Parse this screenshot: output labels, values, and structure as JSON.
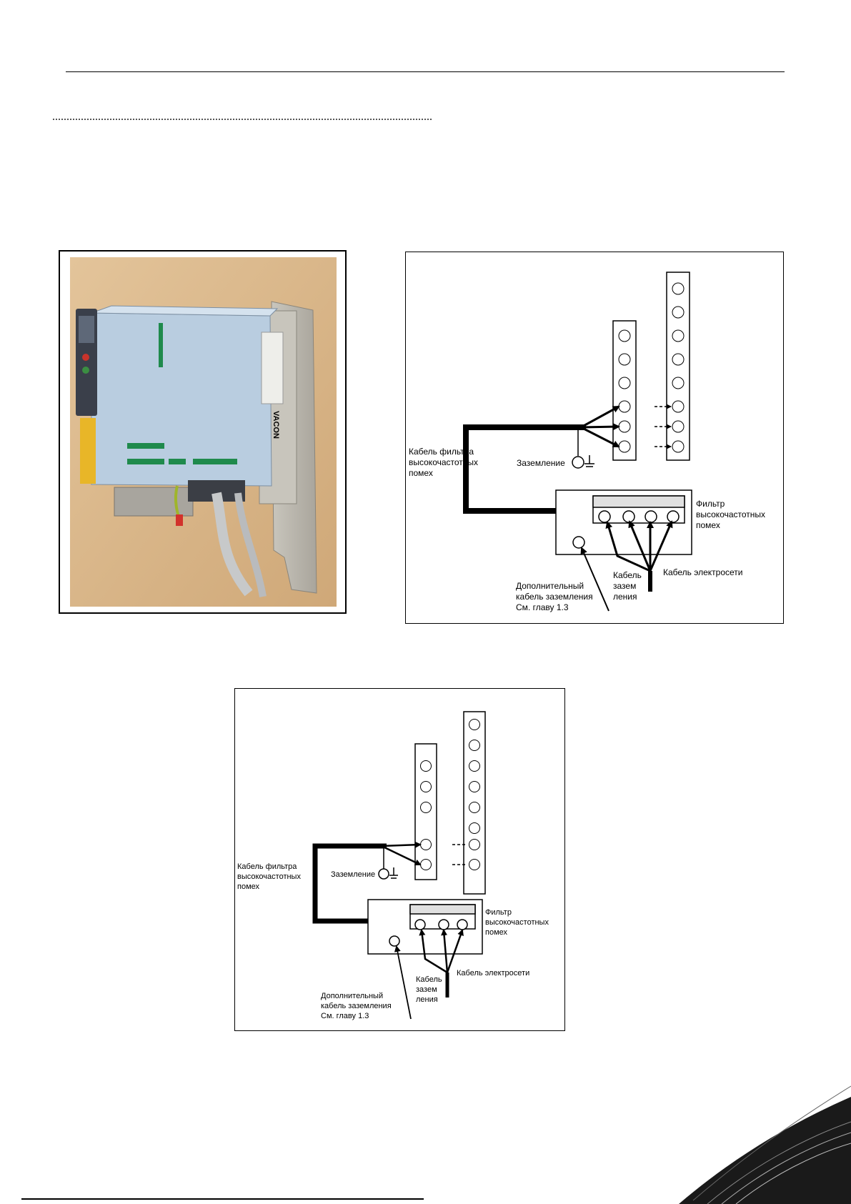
{
  "diagram_a": {
    "filter_cable_label": [
      "Кабель фильтра",
      "высокочастотных",
      "помех"
    ],
    "ground_label": "Заземление",
    "rfi_filter_label": [
      "Фильтр",
      "высокочастотных",
      "помех"
    ],
    "mains_cable_label": "Кабель электросети",
    "ground_cable_label": [
      "Кабель",
      "зазем",
      "ления"
    ],
    "extra_ground_label": [
      "Дополнительный",
      "кабель заземления",
      "См. главу 1.3"
    ]
  },
  "diagram_b": {
    "filter_cable_label": [
      "Кабель фильтра",
      "высокочастотных",
      "помех"
    ],
    "ground_label": "Заземление",
    "rfi_filter_label": [
      "Фильтр",
      "высокочастотных",
      "помех"
    ],
    "mains_cable_label": "Кабель электросети",
    "ground_cable_label": [
      "Кабель",
      "зазем",
      "ления"
    ],
    "extra_ground_label": [
      "Дополнительный",
      "кабель заземления",
      "См. главу 1.3"
    ]
  },
  "photo": {
    "brand_logo": "VACON"
  },
  "colors": {
    "photo_background": "#d9b88c",
    "drive_body": "#b9cde0",
    "keypad_accent": "#e8b628"
  }
}
